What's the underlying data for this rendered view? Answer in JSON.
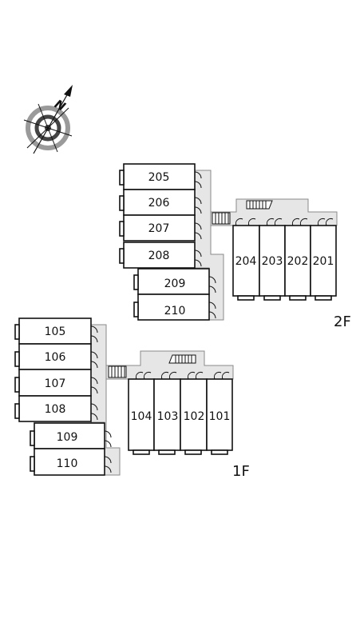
{
  "compass": {
    "north_label": "N",
    "icon": "compass-rose-icon"
  },
  "floors": [
    {
      "label": "2F",
      "left_units": [
        "205",
        "206",
        "207",
        "208",
        "209",
        "210"
      ],
      "right_units": [
        "204",
        "203",
        "202",
        "201"
      ]
    },
    {
      "label": "1F",
      "left_units": [
        "105",
        "106",
        "107",
        "108",
        "109",
        "110"
      ],
      "right_units": [
        "104",
        "103",
        "102",
        "101"
      ]
    }
  ],
  "colors": {
    "corridor": "#e6e6e6",
    "line": "#111111"
  }
}
